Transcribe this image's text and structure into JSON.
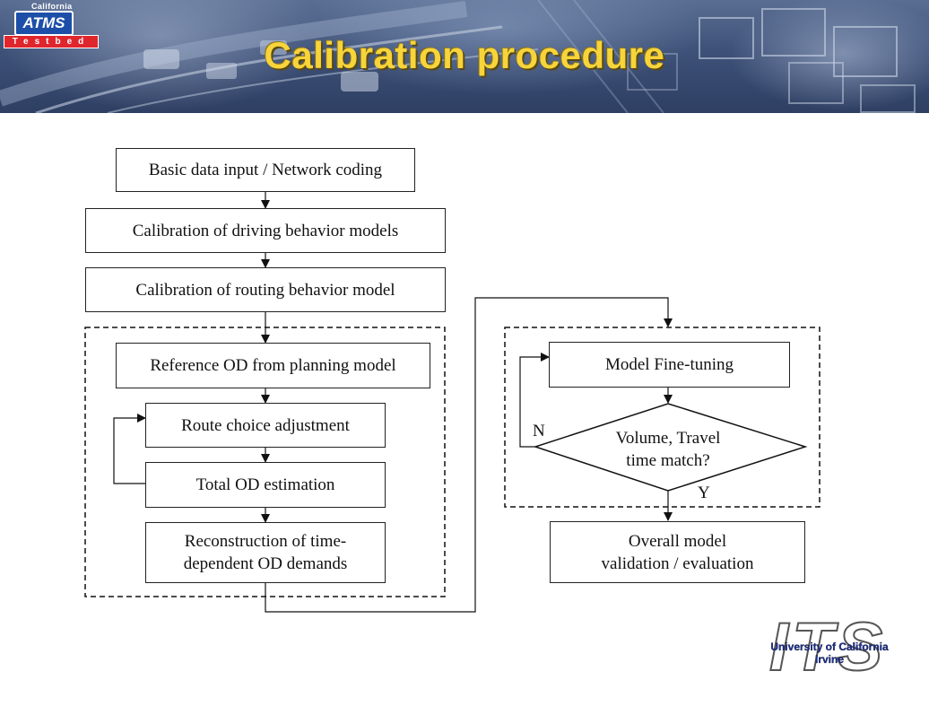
{
  "banner": {
    "title": "Calibration procedure",
    "logo": {
      "state": "California",
      "acronym": "ATMS",
      "sub": "Testbed"
    }
  },
  "flowchart": {
    "nodes": [
      {
        "id": "basic_data",
        "label": "Basic data input / Network coding"
      },
      {
        "id": "driving_behavior",
        "label": "Calibration of driving behavior models"
      },
      {
        "id": "routing_behavior",
        "label": "Calibration of routing behavior model"
      },
      {
        "id": "reference_od",
        "label": "Reference OD from planning model"
      },
      {
        "id": "route_choice",
        "label": "Route choice adjustment"
      },
      {
        "id": "total_od",
        "label": "Total OD estimation"
      },
      {
        "id": "reconstruction",
        "label": "Reconstruction of time-\ndependent OD demands"
      },
      {
        "id": "fine_tuning",
        "label": "Model Fine-tuning"
      },
      {
        "id": "decision",
        "label": "Volume, Travel\ntime match?"
      },
      {
        "id": "overall",
        "label": "Overall model\nvalidation / evaluation"
      }
    ],
    "edge_labels": {
      "no": "N",
      "yes": "Y"
    }
  },
  "footer_logo": {
    "letters": "ITS",
    "university": "University of California\nIrvine"
  }
}
